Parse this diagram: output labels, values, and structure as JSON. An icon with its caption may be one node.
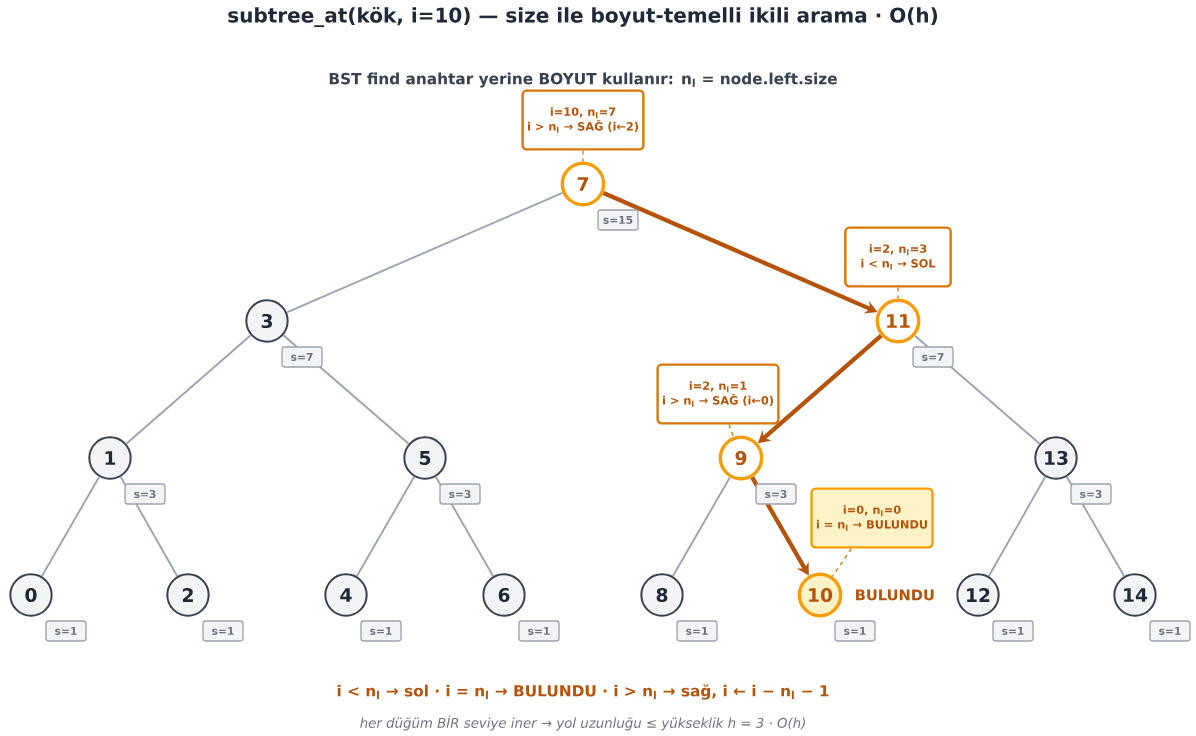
{
  "diagram": {
    "title": "subtree_at(kök, i=10) — size ile boyut-temelli ikili arama  ·  O(h)",
    "nodes": [
      {
        "text": [
          "7"
        ],
        "beside": [
          "s=15"
        ]
      },
      {
        "text": [
          "3"
        ],
        "beside": [
          "s=7"
        ]
      },
      {
        "text": [
          "11"
        ],
        "beside": [
          "s=7"
        ]
      },
      {
        "text": [
          "1"
        ],
        "beside": [
          "s=3"
        ]
      },
      {
        "text": [
          "5"
        ],
        "beside": [
          "s=3"
        ]
      },
      {
        "text": [
          "9"
        ],
        "beside": [
          "s=3"
        ]
      },
      {
        "text": [
          "13"
        ],
        "beside": [
          "s=3"
        ]
      },
      {
        "text": [
          "0"
        ],
        "beside": [
          "s=1"
        ]
      },
      {
        "text": [
          "2"
        ],
        "beside": [
          "s=1"
        ]
      },
      {
        "text": [
          "4"
        ],
        "beside": [
          "s=1"
        ]
      },
      {
        "text": [
          "6"
        ],
        "beside": [
          "s=1"
        ]
      },
      {
        "text": [
          "8"
        ],
        "beside": [
          "s=1"
        ]
      },
      {
        "text": [
          "10"
        ],
        "beside": [
          "s=1",
          "BULUNDU"
        ]
      },
      {
        "text": [
          "12"
        ],
        "beside": [
          "s=1"
        ]
      },
      {
        "text": [
          "14"
        ],
        "beside": [
          "s=1"
        ]
      },
      {
        "text": [
          "i=10, n$_{l}$=7",
          "i > n$_{l}$ → SAĞ (i←2)"
        ]
      },
      {
        "text": [
          "i=2, n$_{l}$=3",
          "i < n$_{l}$ → SOL"
        ]
      },
      {
        "text": [
          "i=2, n$_{l}$=1",
          "i > n$_{l}$ → SAĞ (i←0)"
        ]
      },
      {
        "text": [
          "i=0, n$_{l}$=0",
          "i = n$_{l}$ → BULUNDU"
        ]
      }
    ],
    "edges": [
      {
        "from": 0,
        "to": 1,
        "arrow": "none"
      },
      {
        "from": 0,
        "to": 2,
        "arrow": "to",
        "style": "thick",
        "color": "#b45309"
      },
      {
        "from": 1,
        "to": 3,
        "arrow": "none"
      },
      {
        "from": 1,
        "to": 4,
        "arrow": "none"
      },
      {
        "from": 2,
        "to": 5,
        "arrow": "to",
        "style": "thick",
        "color": "#b45309"
      },
      {
        "from": 2,
        "to": 6,
        "arrow": "none"
      },
      {
        "from": 3,
        "to": 7,
        "arrow": "none"
      },
      {
        "from": 3,
        "to": 8,
        "arrow": "none"
      },
      {
        "from": 4,
        "to": 9,
        "arrow": "none"
      },
      {
        "from": 4,
        "to": 10,
        "arrow": "none"
      },
      {
        "from": 5,
        "to": 11,
        "arrow": "none"
      },
      {
        "from": 5,
        "to": 12,
        "arrow": "to",
        "style": "thick",
        "color": "#b45309"
      },
      {
        "from": 6,
        "to": 13,
        "arrow": "none"
      },
      {
        "from": 6,
        "to": 14,
        "arrow": "none"
      },
      {
        "from": 15,
        "to": 0,
        "arrow": "none",
        "style": "dashed",
        "color": "#d97706"
      },
      {
        "from": 16,
        "to": 2,
        "arrow": "none",
        "style": "dashed",
        "color": "#d97706"
      },
      {
        "from": 17,
        "to": 5,
        "arrow": "none",
        "style": "dashed",
        "color": "#d97706"
      },
      {
        "from": 18,
        "to": 12,
        "arrow": "none",
        "style": "dashed",
        "color": "#d97706"
      }
    ],
    "labels": [
      "BST find anahtar yerine BOYUT kullanır:  n$_{l}$ = node.left.size",
      "i < n$_{l}$ → sol     ·     i = n$_{l}$ → BULUNDU     ·     i > n$_{l}$ → sağ, i ← i − n$_{l}$ − 1",
      "her düğüm BİR seviye iner → yol uzunluğu ≤ yükseklik h = 3  ·  O(h)"
    ]
  }
}
